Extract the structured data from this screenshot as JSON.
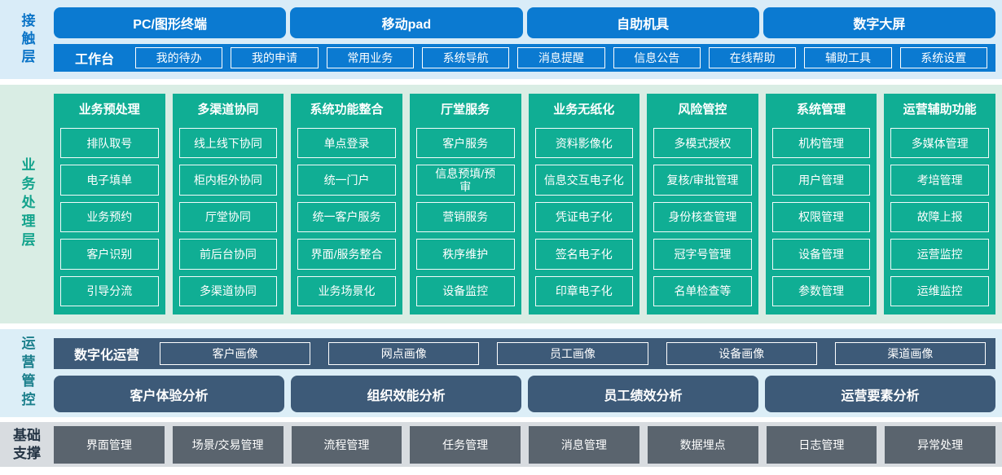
{
  "colors": {
    "blue": "#0b7ad1",
    "light_blue_bg": "#d9ecf8",
    "green": "#10ae94",
    "light_green_bg": "#d9ede4",
    "slate": "#3d5a78",
    "ops_bg": "#dceef7",
    "gray_btn": "#5a646e",
    "gray_bg": "#d8dce0"
  },
  "contact_layer": {
    "label": "接触层",
    "channels": [
      "PC/图形终端",
      "移动pad",
      "自助机具",
      "数字大屏"
    ],
    "workbench": {
      "label": "工作台",
      "items": [
        "我的待办",
        "我的申请",
        "常用业务",
        "系统导航",
        "消息提醒",
        "信息公告",
        "在线帮助",
        "辅助工具",
        "系统设置"
      ]
    }
  },
  "business_layer": {
    "label": "业务处理层",
    "columns": [
      {
        "title": "业务预处理",
        "items": [
          "排队取号",
          "电子填单",
          "业务预约",
          "客户识别",
          "引导分流"
        ]
      },
      {
        "title": "多渠道协同",
        "items": [
          "线上线下协同",
          "柜内柜外协同",
          "厅堂协同",
          "前后台协同",
          "多渠道协同"
        ]
      },
      {
        "title": "系统功能整合",
        "items": [
          "单点登录",
          "统一门户",
          "统一客户服务",
          "界面/服务整合",
          "业务场景化"
        ]
      },
      {
        "title": "厅堂服务",
        "items": [
          "客户服务",
          "信息预填/预审",
          "营销服务",
          "秩序维护",
          "设备监控"
        ]
      },
      {
        "title": "业务无纸化",
        "items": [
          "资料影像化",
          "信息交互电子化",
          "凭证电子化",
          "签名电子化",
          "印章电子化"
        ]
      },
      {
        "title": "风险管控",
        "items": [
          "多模式授权",
          "复核/审批管理",
          "身份核查管理",
          "冠字号管理",
          "名单检查等"
        ]
      },
      {
        "title": "系统管理",
        "items": [
          "机构管理",
          "用户管理",
          "权限管理",
          "设备管理",
          "参数管理"
        ]
      },
      {
        "title": "运营辅助功能",
        "items": [
          "多媒体管理",
          "考培管理",
          "故障上报",
          "运营监控",
          "运维监控"
        ]
      }
    ]
  },
  "ops_layer": {
    "label": "运营管控",
    "digital_ops": {
      "label": "数字化运营",
      "items": [
        "客户画像",
        "网点画像",
        "员工画像",
        "设备画像",
        "渠道画像"
      ]
    },
    "analysis": [
      "客户体验分析",
      "组织效能分析",
      "员工绩效分析",
      "运营要素分析"
    ]
  },
  "support_layer": {
    "label": "基础支撑",
    "items": [
      "界面管理",
      "场景/交易管理",
      "流程管理",
      "任务管理",
      "消息管理",
      "数据埋点",
      "日志管理",
      "异常处理"
    ]
  }
}
